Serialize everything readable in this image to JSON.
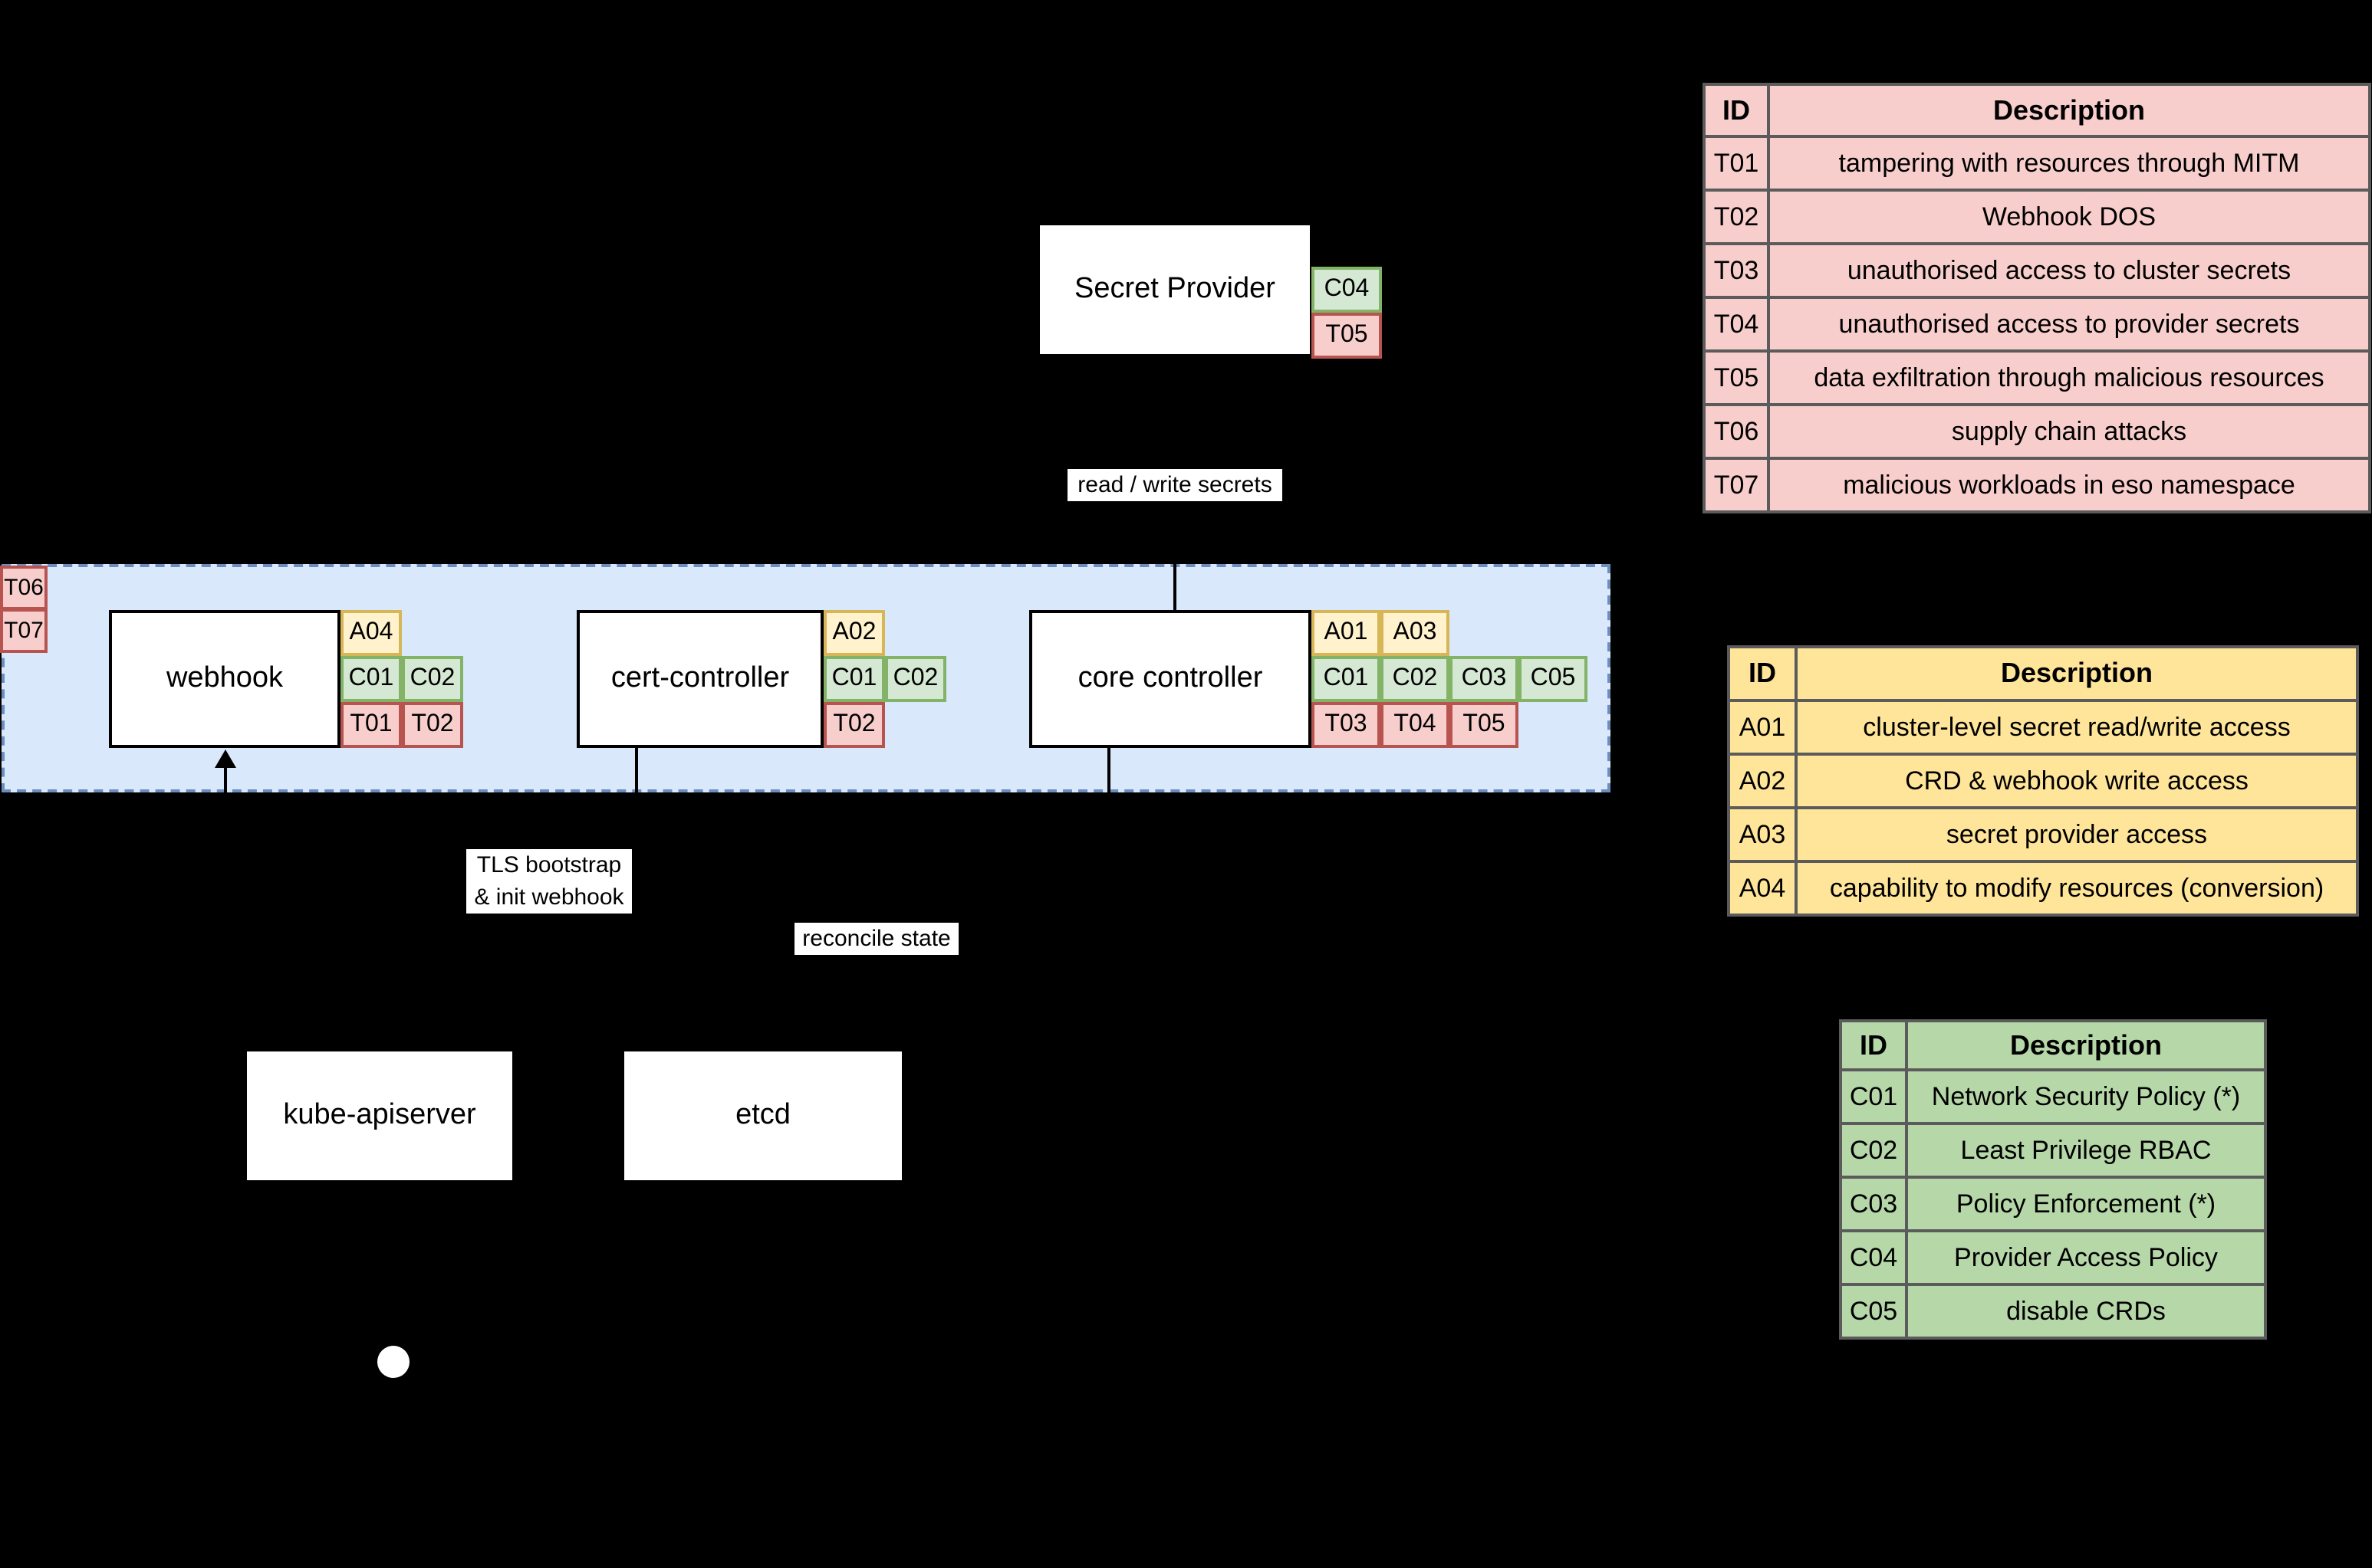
{
  "canvas": {
    "background": "#000000"
  },
  "palette": {
    "namespace_fill": "#dae8fc",
    "namespace_border": "#6c8ebf",
    "box_fill": "#ffffff",
    "box_border": "#000000",
    "access_tag_fill": "#fff2cc",
    "access_tag_border": "#d6b656",
    "control_tag_fill": "#d5e8d4",
    "control_tag_border": "#82b366",
    "threat_tag_fill": "#f8cecc",
    "threat_tag_border": "#b85450",
    "threat_table_fill": "#f8cecc",
    "access_table_fill": "#ffe599",
    "controls_table_fill": "#b6d7a8",
    "table_border": "#5b5b5b",
    "line_color": "#000000"
  },
  "components": {
    "secret_provider": {
      "label": "Secret Provider",
      "tags": [
        "C04",
        "T05"
      ]
    },
    "webhook": {
      "label": "webhook",
      "tags": [
        "A04",
        "C01",
        "C02",
        "T01",
        "T02"
      ]
    },
    "cert_controller": {
      "label": "cert-controller",
      "tags": [
        "A02",
        "C01",
        "C02",
        "T02"
      ]
    },
    "core_controller": {
      "label": "core controller",
      "tags": [
        "A01",
        "A03",
        "C01",
        "C02",
        "C03",
        "C05",
        "T03",
        "T04",
        "T05"
      ]
    },
    "kube_apiserver": {
      "label": "kube-apiserver"
    },
    "etcd": {
      "label": "etcd"
    }
  },
  "namespace_tags": [
    "T06",
    "T07"
  ],
  "edge_labels": {
    "read_write": "read / write secrets",
    "tls_line1": "TLS bootstrap",
    "tls_line2": "& init webhook",
    "reconcile": "reconcile state"
  },
  "tables": {
    "threats": {
      "id_header": "ID",
      "description_header": "Description",
      "rows": [
        {
          "id": "T01",
          "description": "tampering with resources through MITM"
        },
        {
          "id": "T02",
          "description": "Webhook DOS"
        },
        {
          "id": "T03",
          "description": "unauthorised access to cluster secrets"
        },
        {
          "id": "T04",
          "description": "unauthorised access to provider secrets"
        },
        {
          "id": "T05",
          "description": "data exfiltration through malicious resources"
        },
        {
          "id": "T06",
          "description": "supply chain attacks"
        },
        {
          "id": "T07",
          "description": "malicious workloads in eso namespace"
        }
      ]
    },
    "access": {
      "id_header": "ID",
      "description_header": "Description",
      "rows": [
        {
          "id": "A01",
          "description": "cluster-level secret read/write access"
        },
        {
          "id": "A02",
          "description": "CRD & webhook write access"
        },
        {
          "id": "A03",
          "description": "secret provider access"
        },
        {
          "id": "A04",
          "description": "capability to modify resources (conversion)"
        }
      ]
    },
    "controls": {
      "id_header": "ID",
      "description_header": "Description",
      "rows": [
        {
          "id": "C01",
          "description": "Network Security Policy (*)"
        },
        {
          "id": "C02",
          "description": "Least Privilege RBAC"
        },
        {
          "id": "C03",
          "description": "Policy Enforcement (*)"
        },
        {
          "id": "C04",
          "description": "Provider Access Policy"
        },
        {
          "id": "C05",
          "description": "disable CRDs"
        }
      ]
    }
  }
}
